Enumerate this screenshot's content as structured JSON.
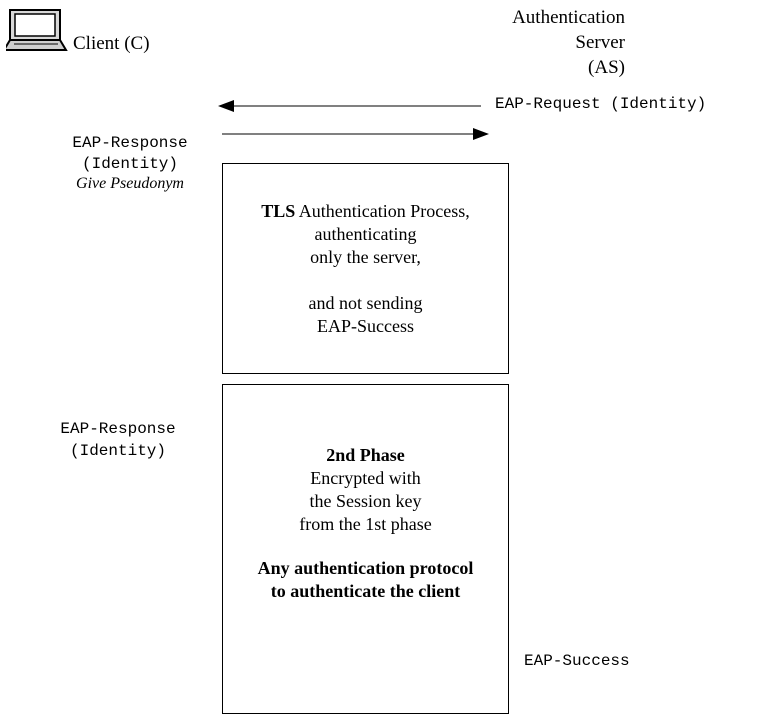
{
  "client": {
    "label": "Client (C)",
    "icon": "laptop-icon"
  },
  "server": {
    "line1": "Authentication",
    "line2": "Server",
    "line3": "(AS)"
  },
  "messages": {
    "eap_request": "EAP-Request (Identity)",
    "eap_response_1_line1": "EAP-Response",
    "eap_response_1_line2": "(Identity)",
    "give_pseudonym": "Give Pseudonym",
    "eap_response_2_line1": "EAP-Response",
    "eap_response_2_line2": "(Identity)",
    "eap_success": "EAP-Success"
  },
  "tls_box": {
    "line1_bold": "TLS",
    "line1_rest": " Authentication Process,",
    "line2": "authenticating",
    "line3": "only the server,",
    "line4": "and not sending",
    "line5": "EAP-Success"
  },
  "phase2_box": {
    "title": "2nd Phase",
    "line1": "Encrypted with",
    "line2": "the Session key",
    "line3": "from the 1st phase",
    "bold1": "Any authentication protocol",
    "bold2": "to authenticate the client"
  }
}
